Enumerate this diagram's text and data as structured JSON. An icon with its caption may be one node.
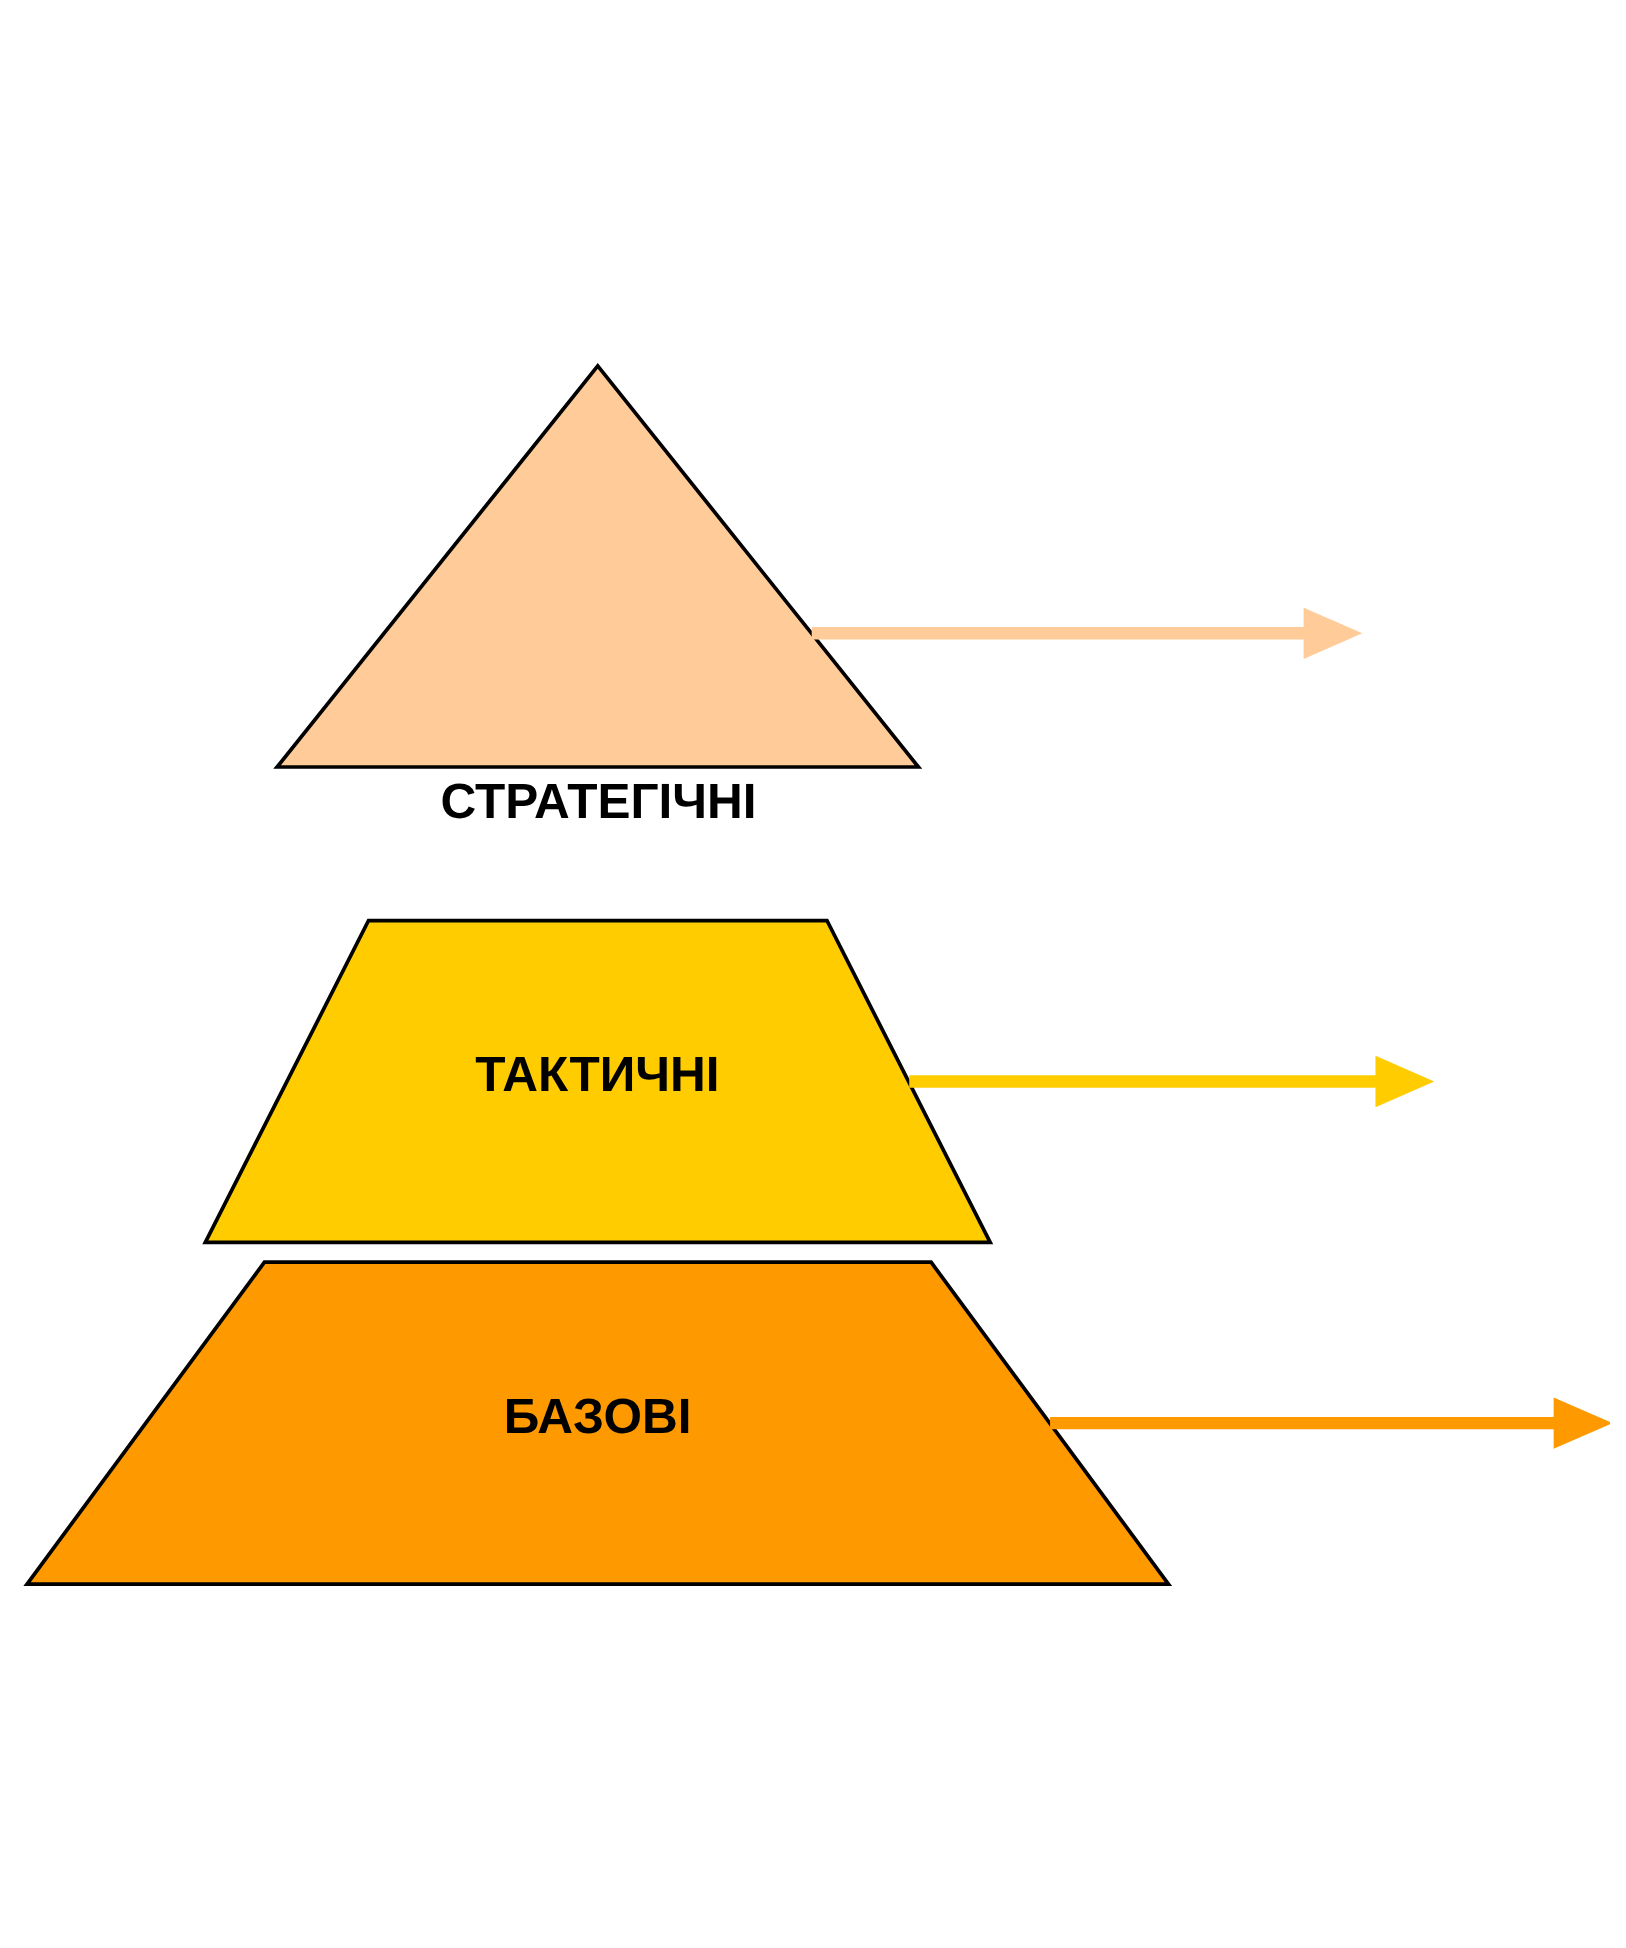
{
  "diagram": {
    "nodes": [
      {
        "text": [
          "СТРАТЕГІЧНІ"
        ]
      },
      {
        "text": [
          "ТАКТИЧНІ"
        ]
      },
      {
        "text": [
          "БАЗОВІ"
        ]
      }
    ],
    "edges": [
      {
        "from": 0,
        "to": null,
        "arrow": "to",
        "color": "#ffcc99"
      },
      {
        "from": 1,
        "to": null,
        "arrow": "to",
        "color": "#ffcc00"
      },
      {
        "from": 2,
        "to": null,
        "arrow": "to",
        "color": "#ff9900"
      }
    ]
  }
}
